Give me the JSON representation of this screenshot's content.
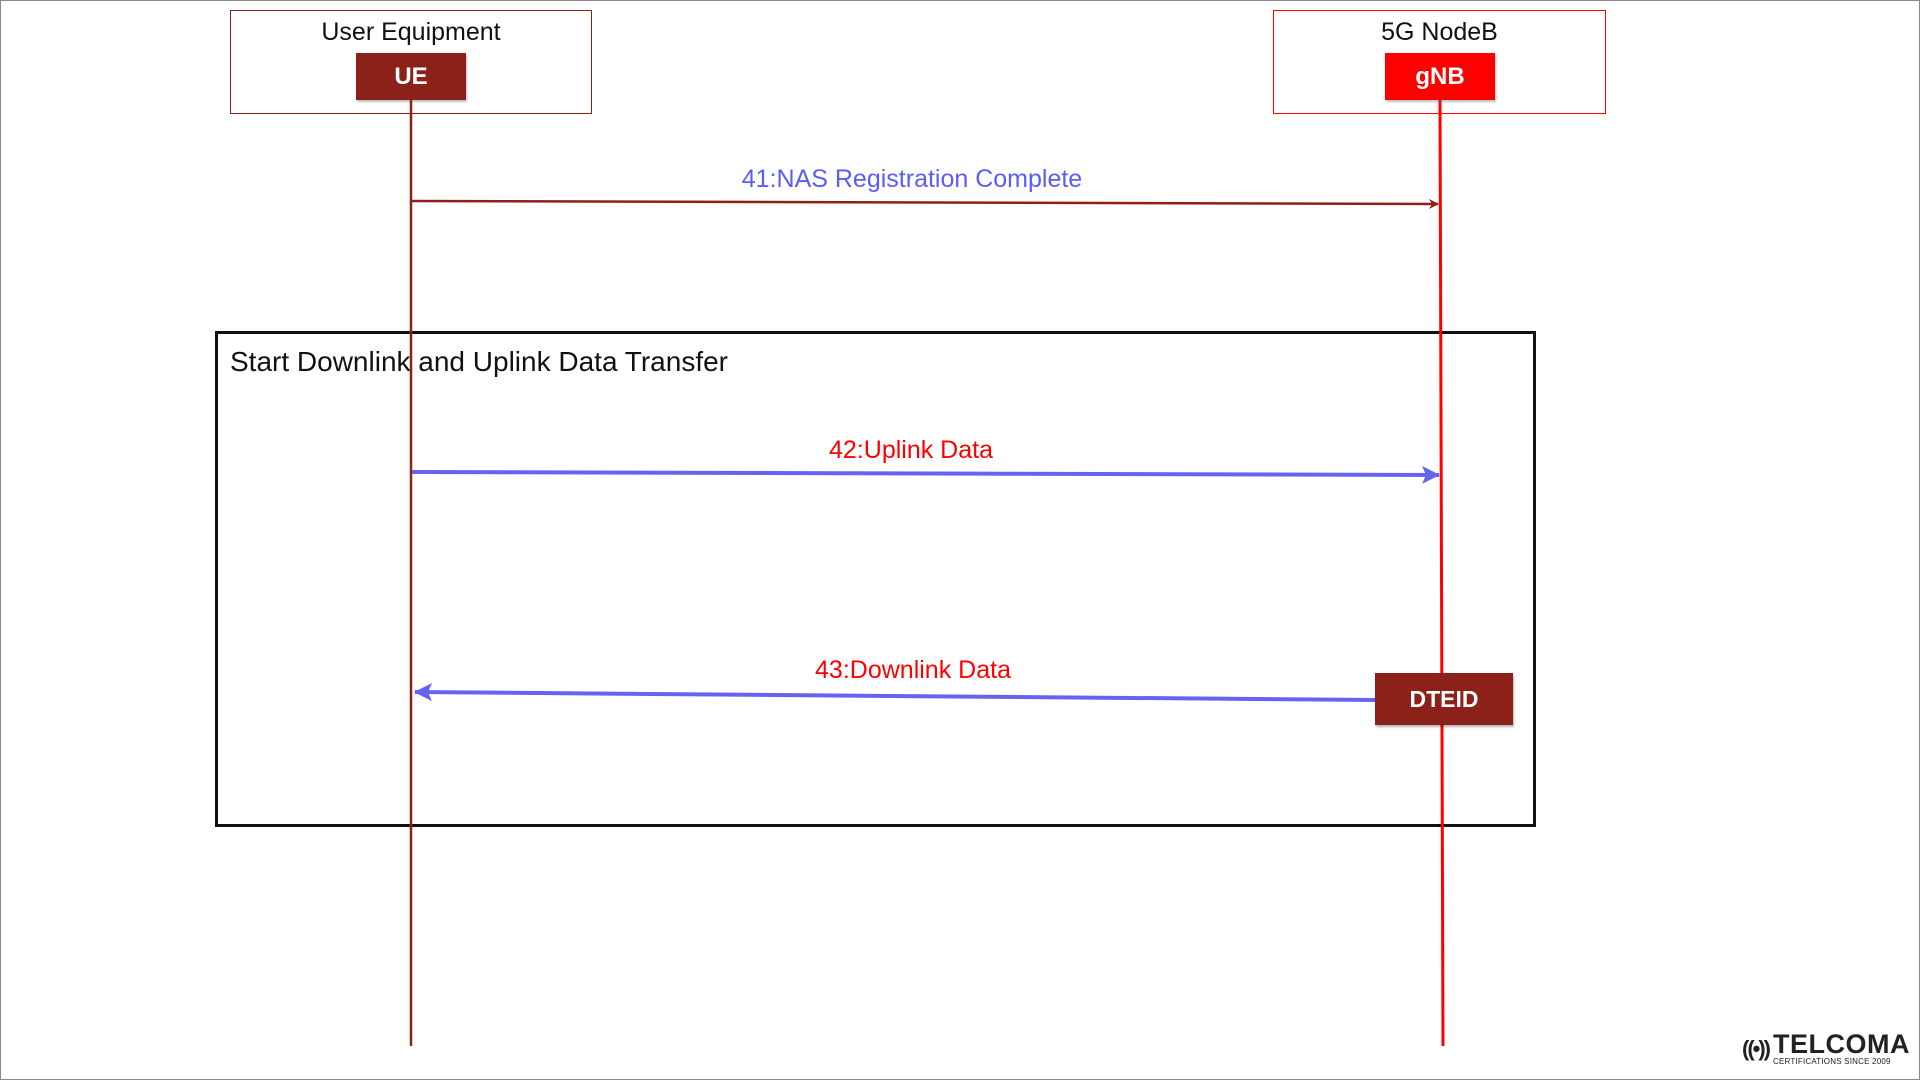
{
  "participants": [
    {
      "title": "User Equipment",
      "label": "UE",
      "box_color": "#8b2119",
      "label_color": "#8b2119",
      "lifeline_color": "#8b2119"
    },
    {
      "title": "5G NodeB",
      "label": "gNB",
      "box_color": "#ff0000",
      "label_color": "#ff0000",
      "lifeline_color": "#ff0000"
    }
  ],
  "messages": [
    {
      "label": "41:NAS Registration Complete",
      "from": "UE",
      "to": "gNB",
      "label_color": "#5b5ef0",
      "arrow_color": "#8b2119"
    },
    {
      "label": "42:Uplink Data",
      "from": "UE",
      "to": "gNB",
      "label_color": "#ff0000",
      "arrow_color": "#6464f0"
    },
    {
      "label": "43:Downlink Data",
      "from": "gNB",
      "to": "UE",
      "label_color": "#ff0000",
      "arrow_color": "#6464f0"
    }
  ],
  "group": {
    "title": "Start Downlink and Uplink Data Transfer"
  },
  "note": {
    "label": "DTEID",
    "color": "#8b2119"
  },
  "logo": {
    "icon": "((•))",
    "name": "TELCOMA",
    "tagline": "CERTIFICATIONS SINCE 2009"
  }
}
